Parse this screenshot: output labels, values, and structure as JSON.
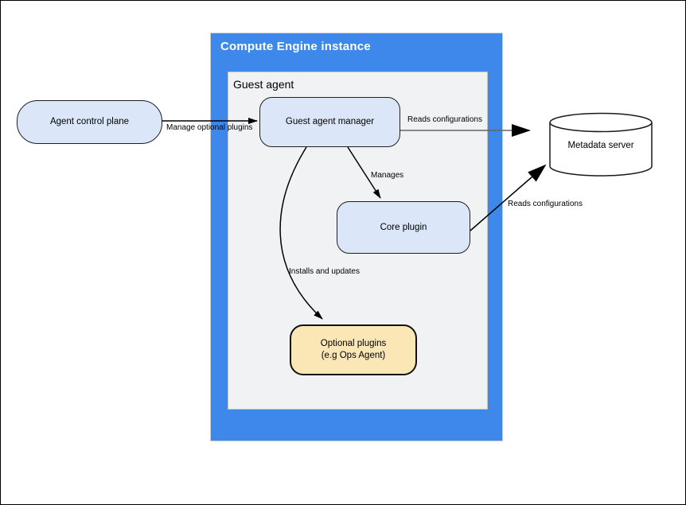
{
  "diagram": {
    "containers": {
      "compute_engine": {
        "title": "Compute Engine instance"
      },
      "guest_agent": {
        "title": "Guest agent"
      }
    },
    "nodes": {
      "agent_control_plane": {
        "label": "Agent control plane"
      },
      "guest_agent_manager": {
        "label": "Guest agent manager"
      },
      "core_plugin": {
        "label": "Core plugin"
      },
      "optional_plugins": {
        "label_line1": "Optional plugins",
        "label_line2": "(e.g  Ops Agent)"
      },
      "metadata_server": {
        "label": "Metadata server"
      }
    },
    "edges": {
      "manage_optional_plugins": {
        "label": "Manage optional plugins"
      },
      "reads_configurations_manager": {
        "label": "Reads configurations"
      },
      "manages": {
        "label": "Manages"
      },
      "reads_configurations_core": {
        "label": "Reads configurations"
      },
      "installs_and_updates": {
        "label": "Installs and updates"
      }
    },
    "colors": {
      "container_blue": "#3d88ea",
      "panel_gray": "#f1f2f3",
      "node_blue_fill": "#dbe6f8",
      "node_yellow_fill": "#fbe7b5",
      "edge_black": "#000000",
      "edge_gray": "#666666"
    }
  }
}
